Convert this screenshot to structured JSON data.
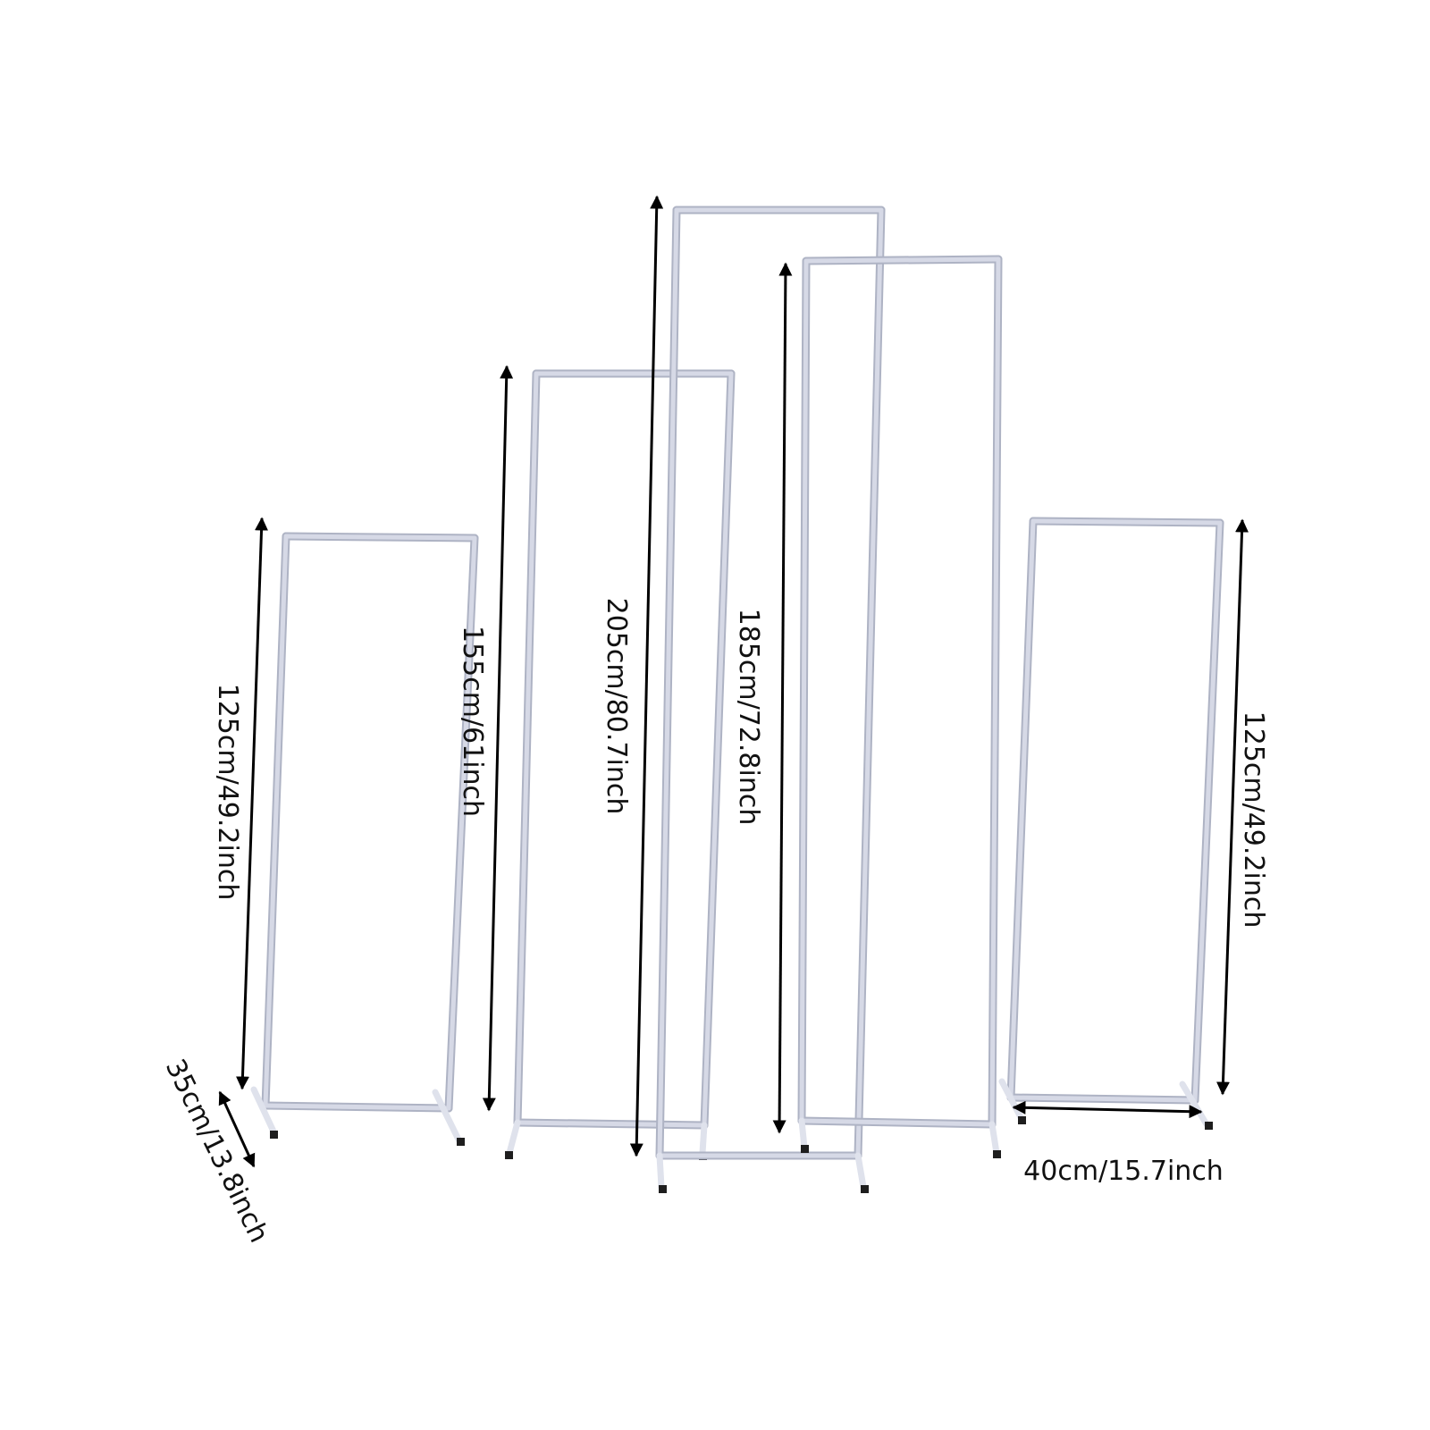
{
  "frames": [
    {
      "name": "frame-125-left"
    },
    {
      "name": "frame-155"
    },
    {
      "name": "frame-205"
    },
    {
      "name": "frame-185"
    },
    {
      "name": "frame-125-right"
    }
  ],
  "dimensions": {
    "height_125_left": "125cm/49.2inch",
    "height_155": "155cm/61inch",
    "height_205": "205cm/80.7inch",
    "height_185": "185cm/72.8inch",
    "height_125_right": "125cm/49.2inch",
    "depth": "35cm/13.8inch",
    "width": "40cm/15.7inch"
  },
  "colors": {
    "frame_tube": "#cfd3e2",
    "frame_edge": "#aeb3c4",
    "foot_cap": "#1e1e1e",
    "arrow": "#000000",
    "text": "#111111"
  }
}
